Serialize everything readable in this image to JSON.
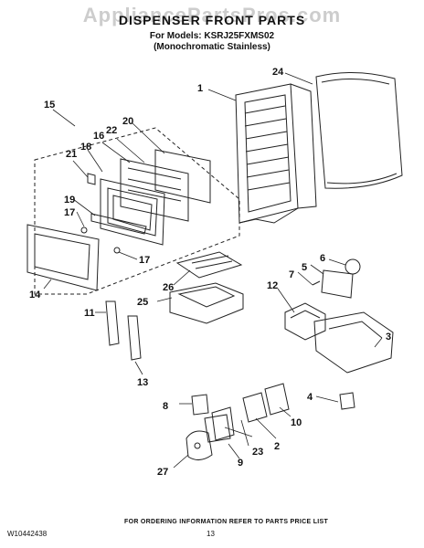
{
  "watermark": "AppliancePartsPros.com",
  "title": "DISPENSER FRONT PARTS",
  "models_line": "For Models: KSRJ25FXMS02",
  "variant_line": "(Monochromatic Stainless)",
  "callouts": [
    "1",
    "2",
    "3",
    "4",
    "5",
    "6",
    "7",
    "8",
    "9",
    "10",
    "11",
    "12",
    "13",
    "14",
    "15",
    "16",
    "17",
    "17",
    "18",
    "19",
    "20",
    "21",
    "22",
    "23",
    "24",
    "25",
    "26",
    "27"
  ],
  "ordering_note": "FOR ORDERING INFORMATION REFER TO PARTS PRICE LIST",
  "doc_id": "W10442438",
  "page_number": "13"
}
